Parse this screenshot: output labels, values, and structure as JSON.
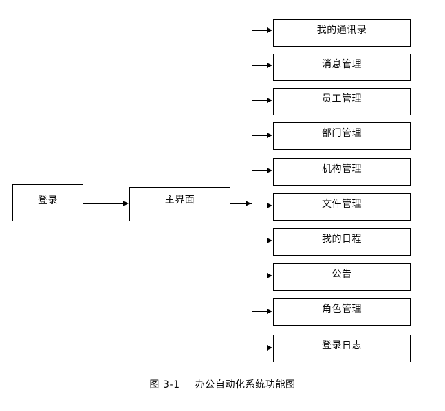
{
  "diagram": {
    "type": "flow-tree",
    "title_caption": {
      "figure_number": "图 3-1",
      "figure_title": "办公自动化系统功能图"
    },
    "colors": {
      "stroke": "#000000",
      "fill": "#ffffff",
      "text": "#0a0a0a"
    },
    "entry_nodes": [
      {
        "id": "login",
        "label": "登录"
      },
      {
        "id": "main",
        "label": "主界面"
      }
    ],
    "modules": [
      {
        "id": "contacts",
        "label": "我的通讯录"
      },
      {
        "id": "message",
        "label": "消息管理"
      },
      {
        "id": "employee",
        "label": "员工管理"
      },
      {
        "id": "department",
        "label": "部门管理"
      },
      {
        "id": "organization",
        "label": "机构管理"
      },
      {
        "id": "file",
        "label": "文件管理"
      },
      {
        "id": "schedule",
        "label": "我的日程"
      },
      {
        "id": "announcement",
        "label": "公告"
      },
      {
        "id": "role",
        "label": "角色管理"
      },
      {
        "id": "loginlog",
        "label": "登录日志"
      }
    ]
  }
}
